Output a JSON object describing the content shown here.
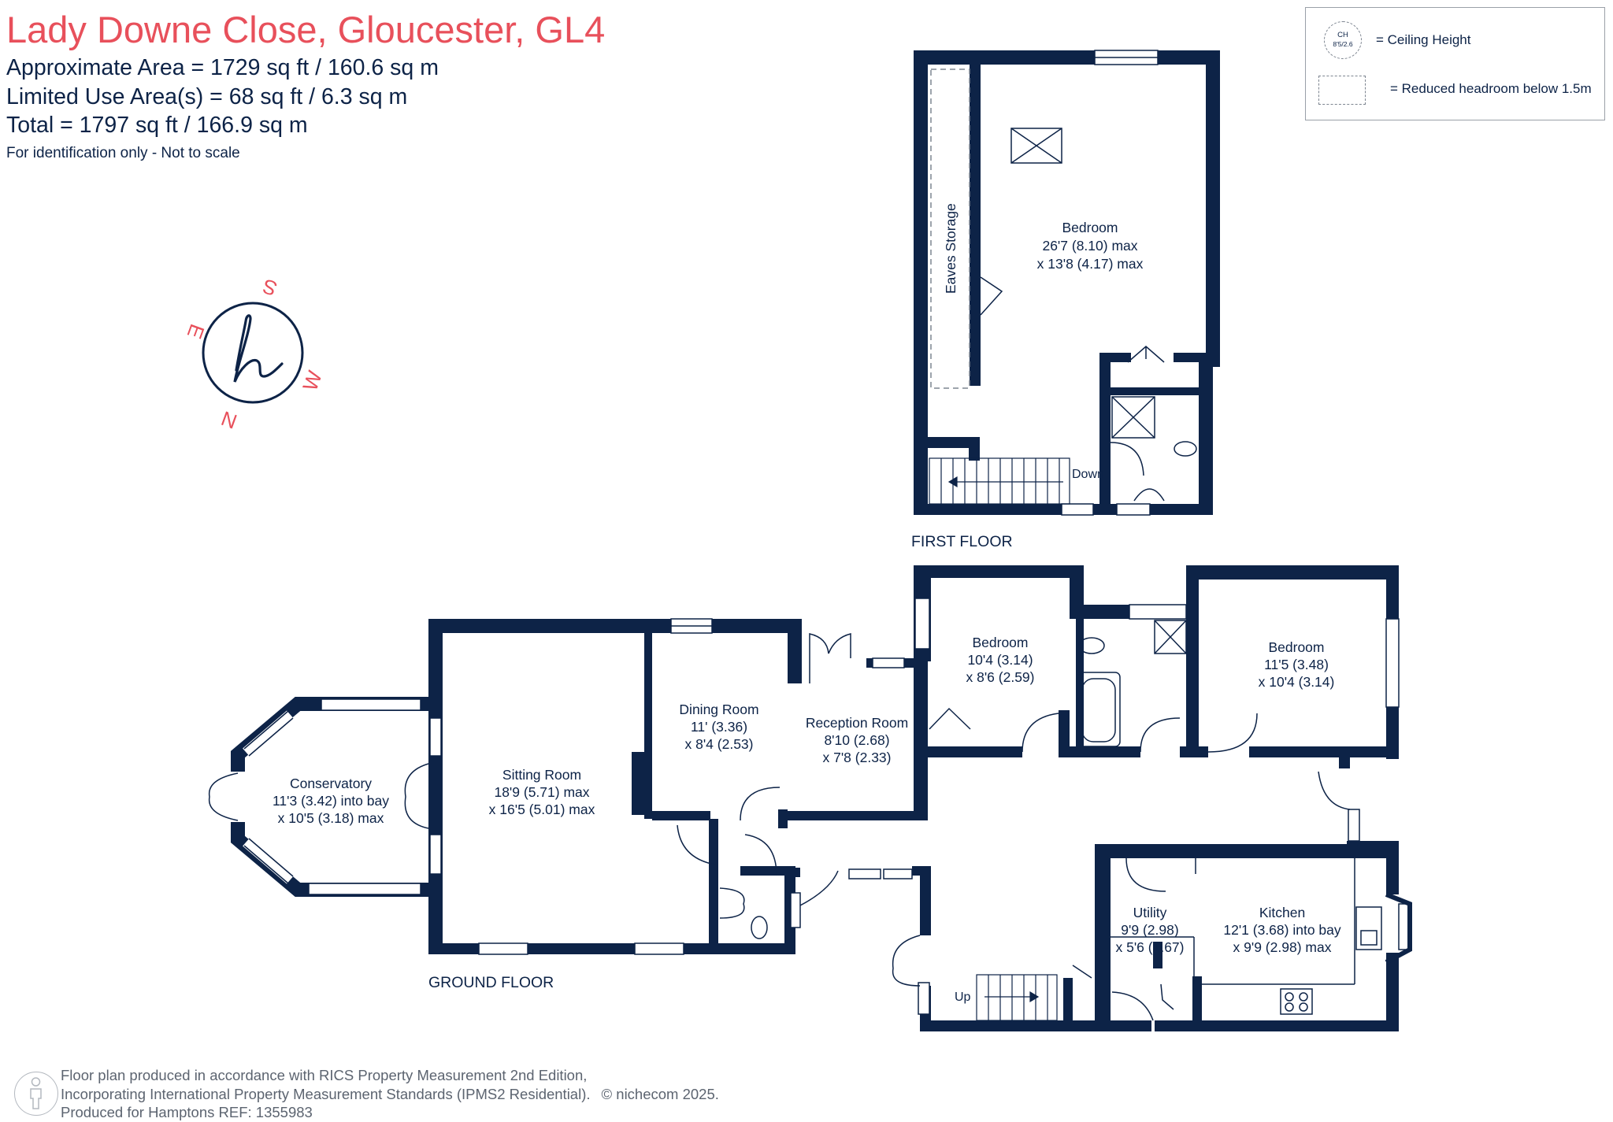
{
  "header": {
    "title": "Lady Downe Close, Gloucester, GL4",
    "area_lines": [
      "Approximate Area = 1729 sq ft / 160.6 sq m",
      "Limited Use Area(s) = 68 sq ft / 6.3 sq m",
      "Total = 1797 sq ft / 166.9 sq m"
    ],
    "identification": "For identification only - Not to scale"
  },
  "legend": {
    "ch_symbol_top": "CH",
    "ch_symbol_bottom": "8'5/2.6",
    "ceiling_height": "= Ceiling Height",
    "reduced_headroom": "= Reduced headroom below 1.5m"
  },
  "compass": {
    "south": "S",
    "east": "E",
    "west": "W",
    "north": "N"
  },
  "floors": {
    "first": "FIRST FLOOR",
    "ground": "GROUND FLOOR"
  },
  "first_floor_rooms": {
    "eaves": "Eaves Storage",
    "bedroom": {
      "name": "Bedroom",
      "dim1": "26'7 (8.10) max",
      "dim2": "x 13'8 (4.17) max"
    },
    "down": "Down"
  },
  "ground_floor_rooms": {
    "conservatory": {
      "name": "Conservatory",
      "dim1": "11'3 (3.42) into bay",
      "dim2": "x 10'5 (3.18) max"
    },
    "sitting": {
      "name": "Sitting Room",
      "dim1": "18'9 (5.71) max",
      "dim2": "x 16'5 (5.01) max"
    },
    "dining": {
      "name": "Dining Room",
      "dim1": "11' (3.36)",
      "dim2": "x 8'4 (2.53)"
    },
    "reception": {
      "name": "Reception Room",
      "dim1": "8'10 (2.68)",
      "dim2": "x 7'8 (2.33)"
    },
    "bedroom2": {
      "name": "Bedroom",
      "dim1": "10'4 (3.14)",
      "dim2": "x 8'6 (2.59)"
    },
    "bedroom3": {
      "name": "Bedroom",
      "dim1": "11'5 (3.48)",
      "dim2": "x 10'4 (3.14)"
    },
    "utility": {
      "name": "Utility",
      "dim1": "9'9 (2.98)",
      "dim2": "x 5'6 (1.67)"
    },
    "kitchen": {
      "name": "Kitchen",
      "dim1": "12'1 (3.68) into bay",
      "dim2": "x 9'9 (2.98) max"
    },
    "up": "Up"
  },
  "footer": {
    "line1": "Floor plan produced in accordance with RICS Property Measurement 2nd Edition,",
    "line2": "Incorporating International Property Measurement Standards (IPMS2 Residential).",
    "copyright": "© nichecom 2025.",
    "line3": "Produced for Hamptons   REF: 1355983"
  },
  "colors": {
    "wall": "#0d2347",
    "title": "#e8505b",
    "footer": "#5c6470"
  }
}
